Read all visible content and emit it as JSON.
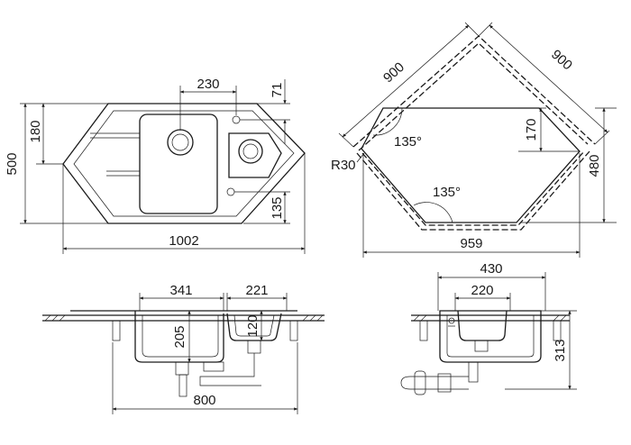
{
  "top_left": {
    "width": "1002",
    "height": "500",
    "left_offset": "180",
    "top_offset": "71",
    "top_span": "230",
    "right_offset": "135"
  },
  "top_right": {
    "left_edge": "900",
    "right_edge": "900",
    "angle_top": "135°",
    "angle_bottom": "135°",
    "radius": "R30",
    "inner_depth": "170",
    "height": "480",
    "width": "959"
  },
  "bottom_left": {
    "bowl_width": "341",
    "small_bowl_width": "221",
    "bowl_depth": "205",
    "small_bowl_depth": "120",
    "cabinet": "800"
  },
  "bottom_right": {
    "width": "430",
    "inner_width": "220",
    "depth": "313"
  }
}
